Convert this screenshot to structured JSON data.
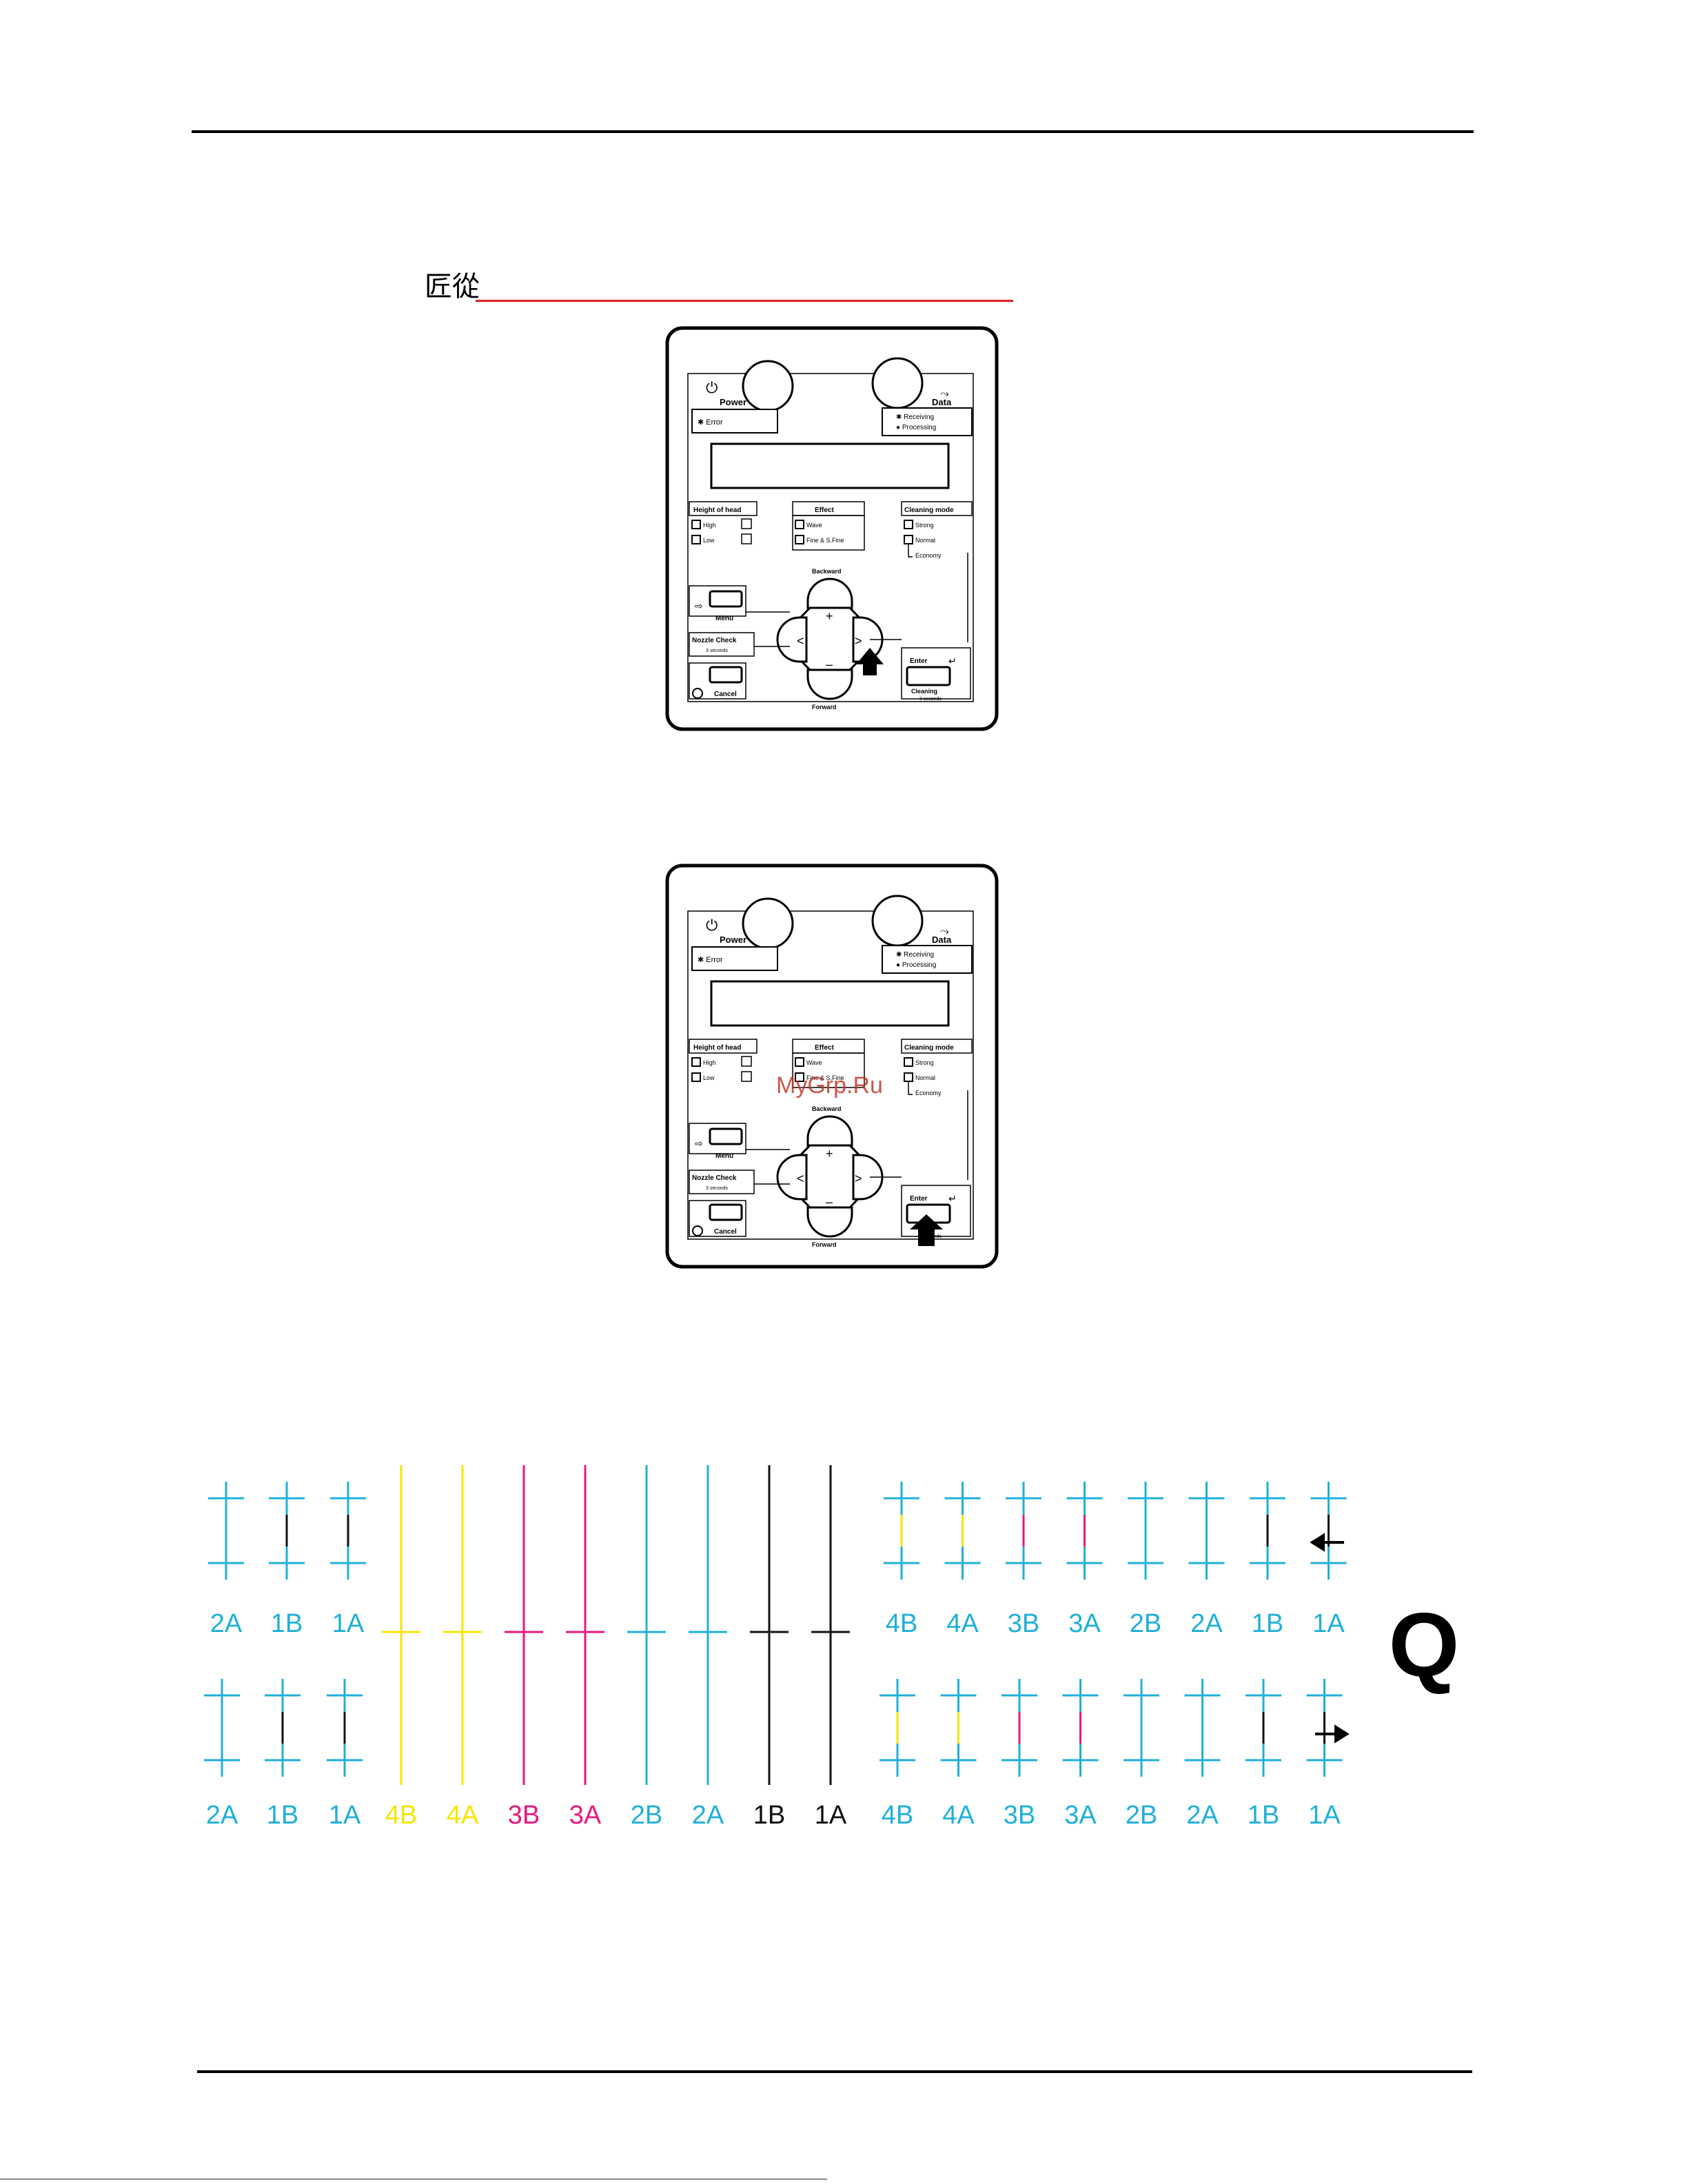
{
  "header_note": {
    "icon": "note-icon",
    "glyph": "匠從"
  },
  "watermark": "MyGrp.Ru",
  "panel": {
    "power_label": "Power",
    "error_label": "✱ Error",
    "data_label": "Data",
    "receiving_label": "✱ Receiving",
    "processing_label": "● Processing",
    "height_title": "Height of head",
    "height_high": "High",
    "height_low": "Low",
    "effect_title": "Effect",
    "effect_wave": "Wave",
    "effect_fine": "Fine & S.Fine",
    "cleaning_title": "Cleaning mode",
    "cleaning_strong": "Strong",
    "cleaning_normal": "Normal",
    "cleaning_economy": "Economy",
    "backward_label": "Backward",
    "forward_label": "Forward",
    "menu_label": "Menu",
    "nozzle_label": "Nozzle Check",
    "nozzle_sub": "3 seconds",
    "cancel_label": "Cancel",
    "enter_label": "Enter",
    "cleaning_label": "Cleaning",
    "cleaning_sub": "3 seconds",
    "plus_symbol": "+",
    "minus_symbol": "–",
    "left_symbol": "<",
    "right_symbol": ">"
  },
  "panel_1": {
    "highlighted_button": "right-arrow-button"
  },
  "panel_2": {
    "highlighted_button": "enter-button"
  },
  "pattern": {
    "colors": {
      "cyan": "#1fb0d8",
      "yellow": "#f5e600",
      "magenta": "#e8187c",
      "black": "#111111"
    },
    "left_top_labels": [
      "2A",
      "1B",
      "1A"
    ],
    "left_bottom_labels": [
      "2A",
      "1B",
      "1A"
    ],
    "center_labels": [
      "4B",
      "4A",
      "3B",
      "3A",
      "2B",
      "2A",
      "1B",
      "1A"
    ],
    "right_top_labels": [
      "4B",
      "4A",
      "3B",
      "3A",
      "2B",
      "2A",
      "1B",
      "1A"
    ],
    "right_bottom_labels": [
      "4B",
      "4A",
      "3B",
      "3A",
      "2B",
      "2A",
      "1B",
      "1A"
    ],
    "q_label": "Q"
  }
}
